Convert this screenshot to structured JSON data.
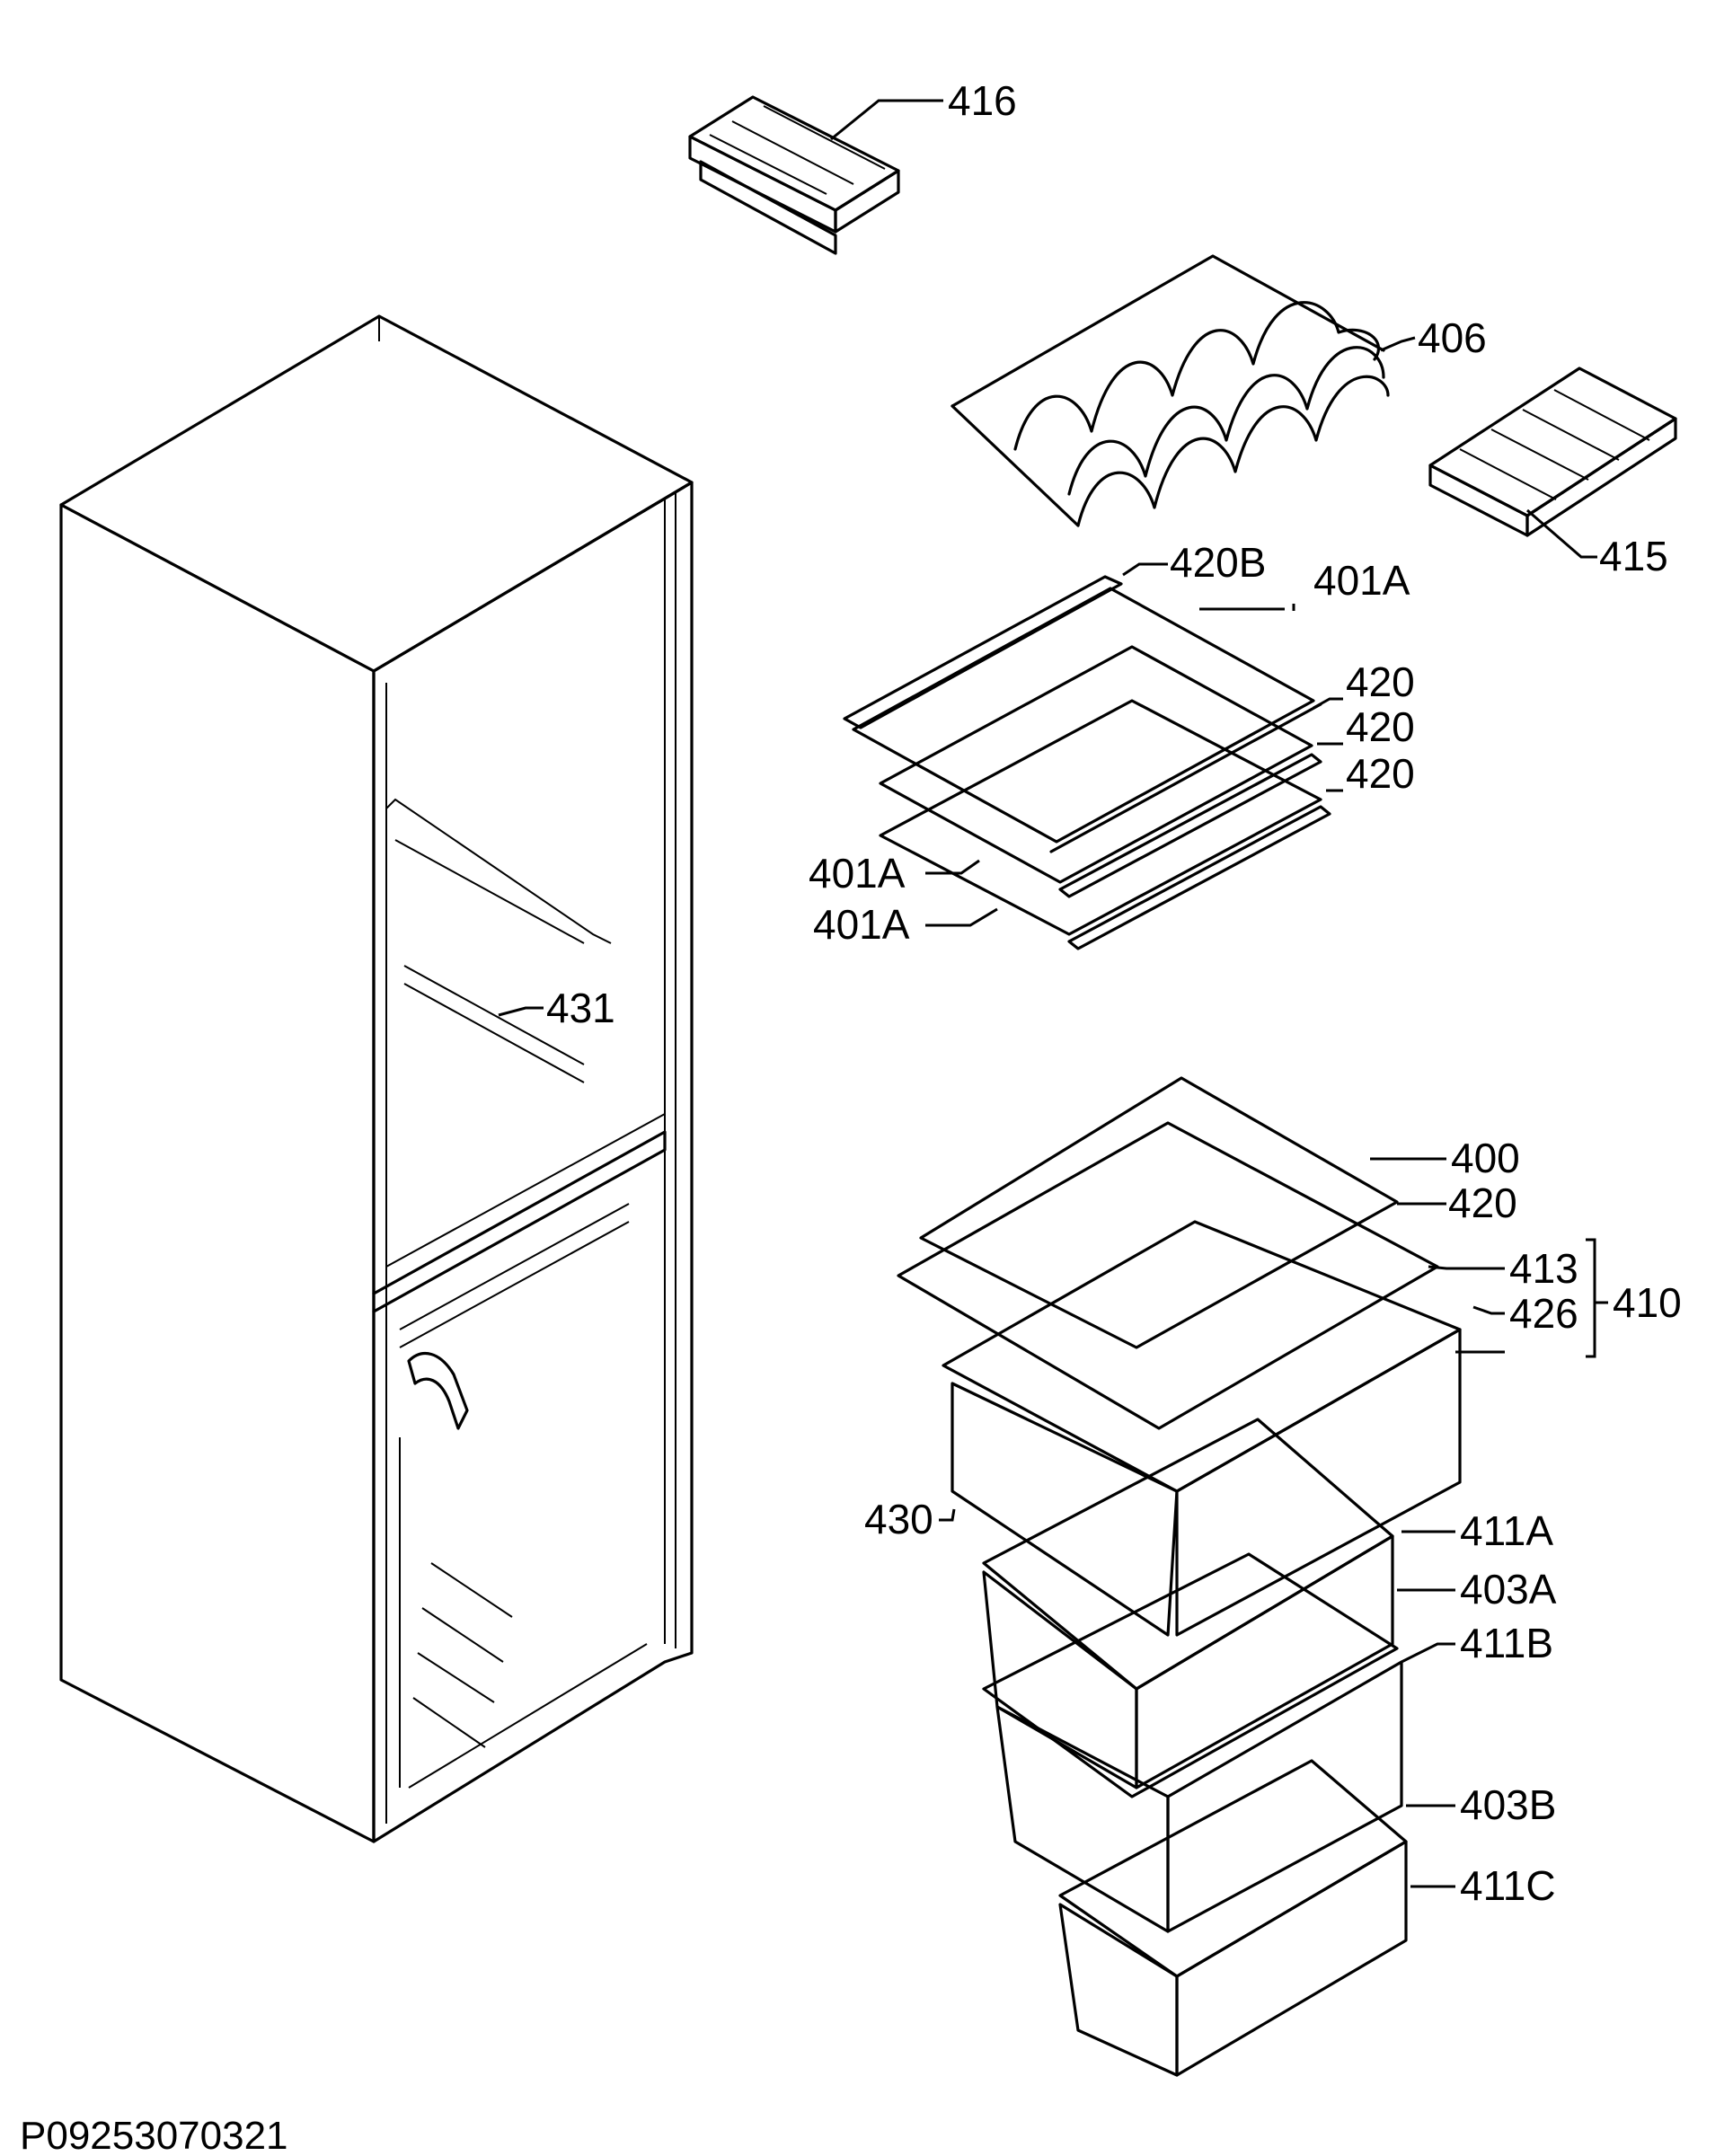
{
  "callouts": {
    "c416": "416",
    "c406": "406",
    "c415": "415",
    "c420b": "420B",
    "c401a_top": "401A",
    "c420_1": "420",
    "c420_2": "420",
    "c420_3": "420",
    "c401a_2": "401A",
    "c401a_3": "401A",
    "c431": "431",
    "c400": "400",
    "c420_4": "420",
    "c413": "413",
    "c426": "426",
    "c410": "410",
    "c430": "430",
    "c411a": "411A",
    "c403a": "403A",
    "c411b": "411B",
    "c403b": "403B",
    "c411c": "411C"
  },
  "drawing_code": "P09253070321"
}
